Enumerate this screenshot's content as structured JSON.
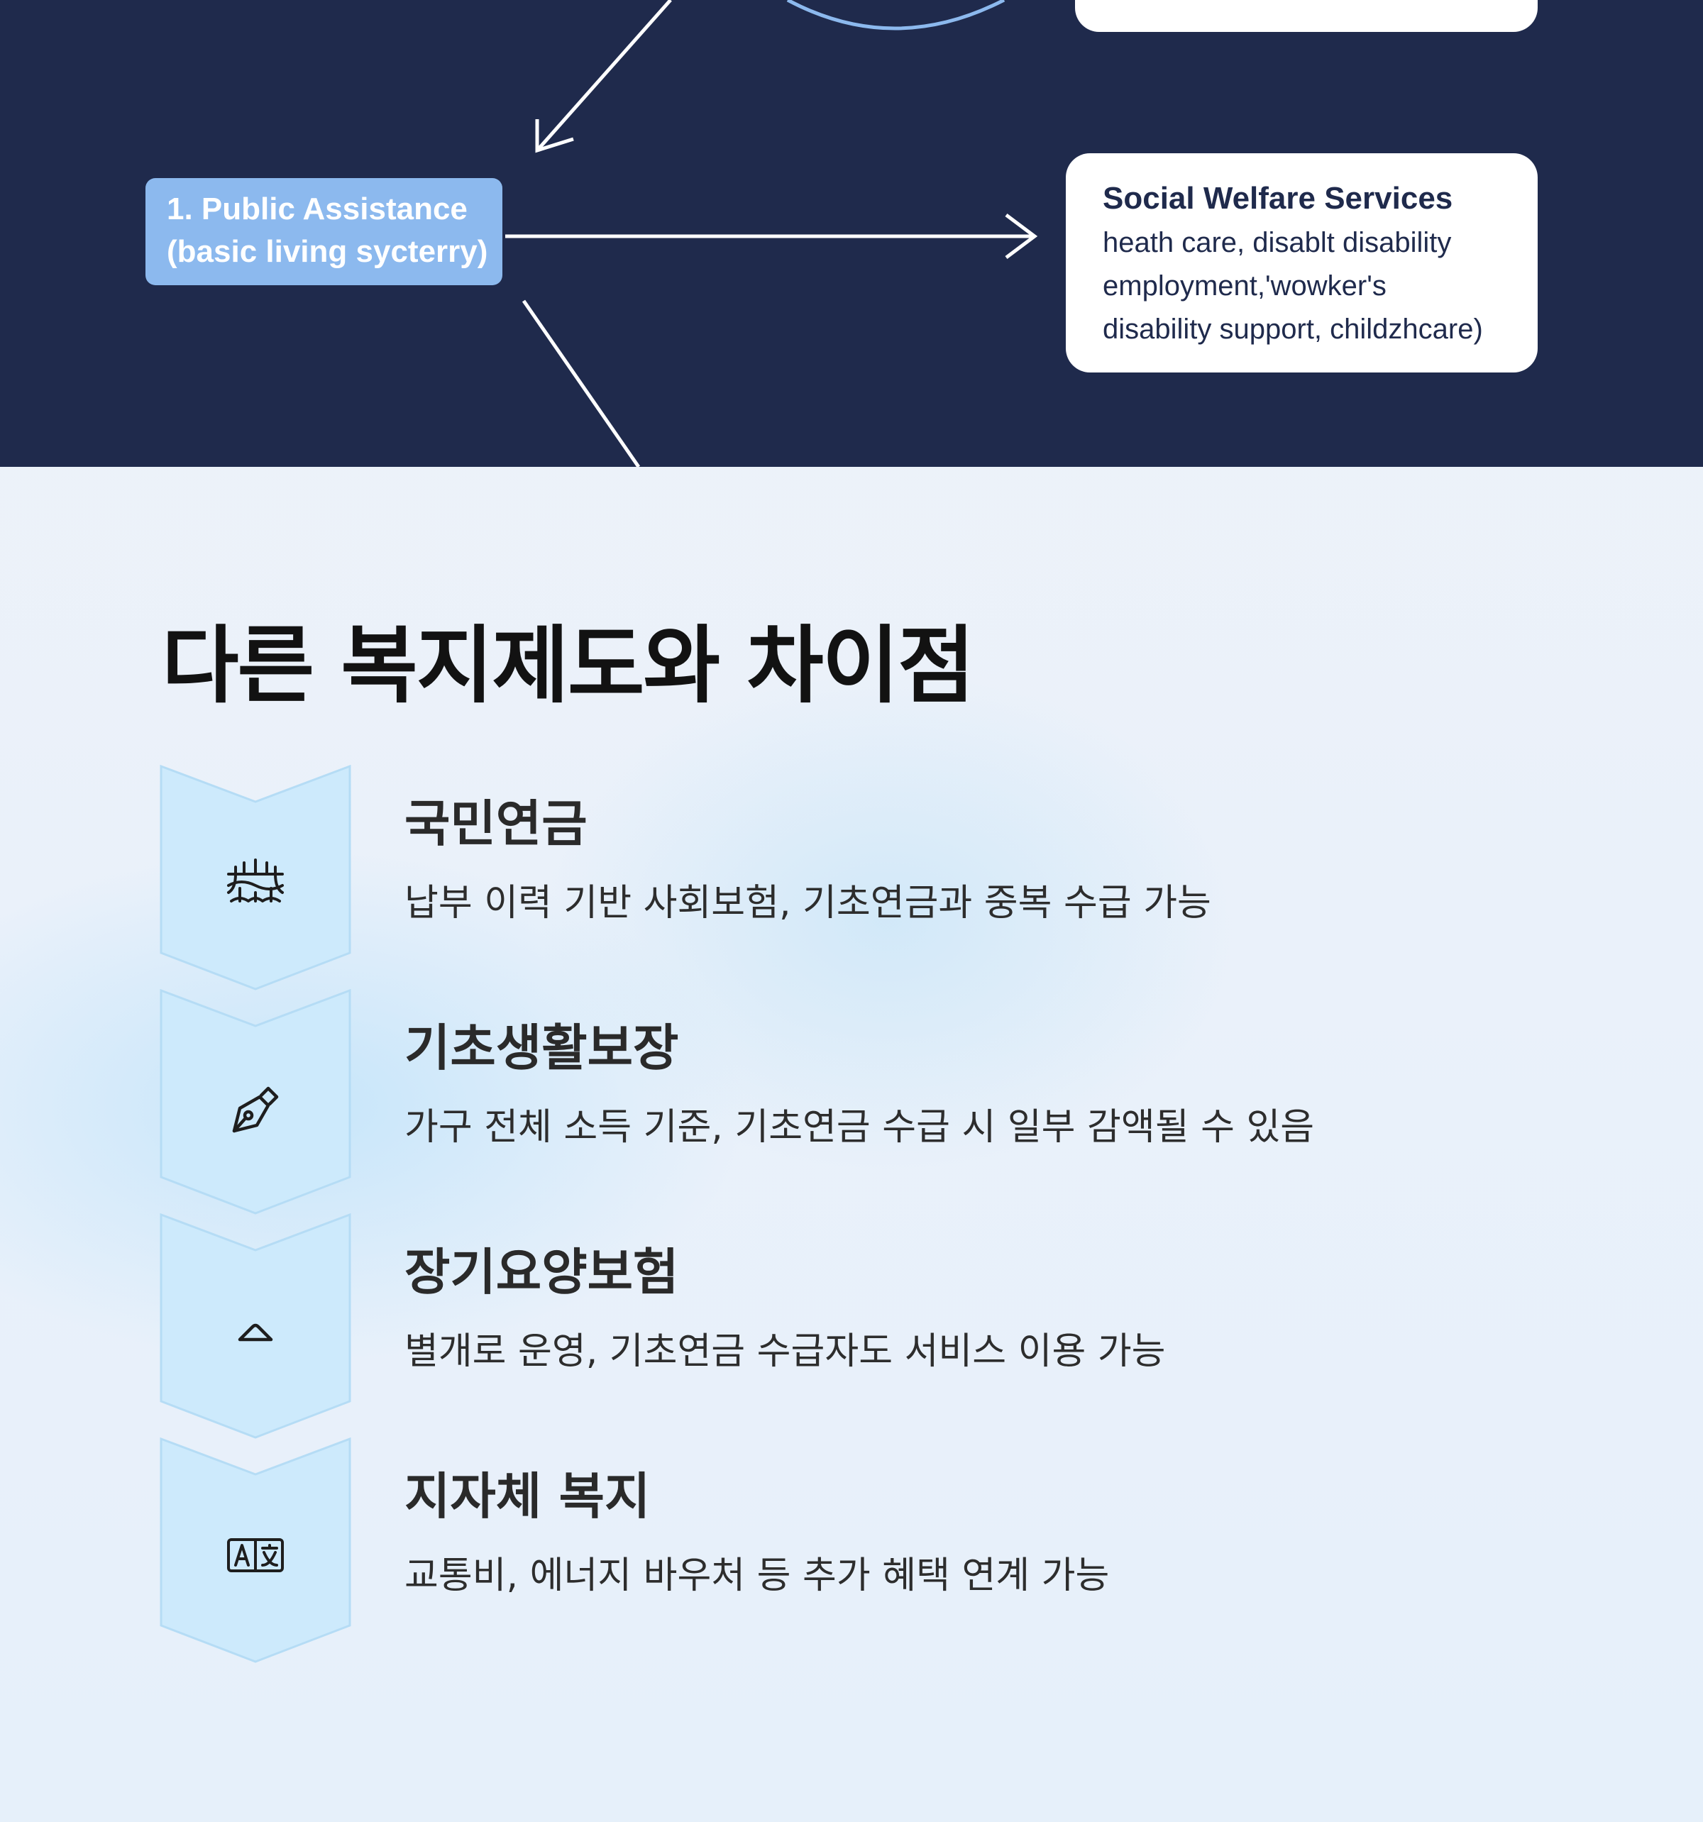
{
  "diagram": {
    "public_assistance": {
      "line1": "1. Public Assistance",
      "line2": "(basic living sycterry)"
    },
    "social_welfare": {
      "title": "Social Welfare Services",
      "lines": [
        "heath care, disablt disability",
        "employment,'wowker's",
        "disability support, childzhcare)"
      ]
    }
  },
  "section": {
    "title": "다른 복지제도와 차이점",
    "items": [
      {
        "icon": "bridge-icon",
        "title": "국민연금",
        "desc": "납부 이력 기반 사회보험, 기초연금과 중복 수급 가능"
      },
      {
        "icon": "pen-nib-icon",
        "title": "기초생활보장",
        "desc": "가구 전체 소득 기준, 기초연금 수급 시 일부 감액될 수 있음"
      },
      {
        "icon": "chevron-up-icon",
        "title": "장기요양보험",
        "desc": "별개로 운영, 기초연금 수급자도 서비스 이용 가능"
      },
      {
        "icon": "translate-icon",
        "title": "지자체 복지",
        "desc": "교통비, 에너지 바우처 등 추가 혜택 연계 가능"
      }
    ]
  },
  "colors": {
    "diagram_bg": "#1f2a4c",
    "blue_box": "#8cb9ee",
    "chevron_fill": "#cdeafc",
    "chevron_stroke": "#b5dcf5"
  }
}
